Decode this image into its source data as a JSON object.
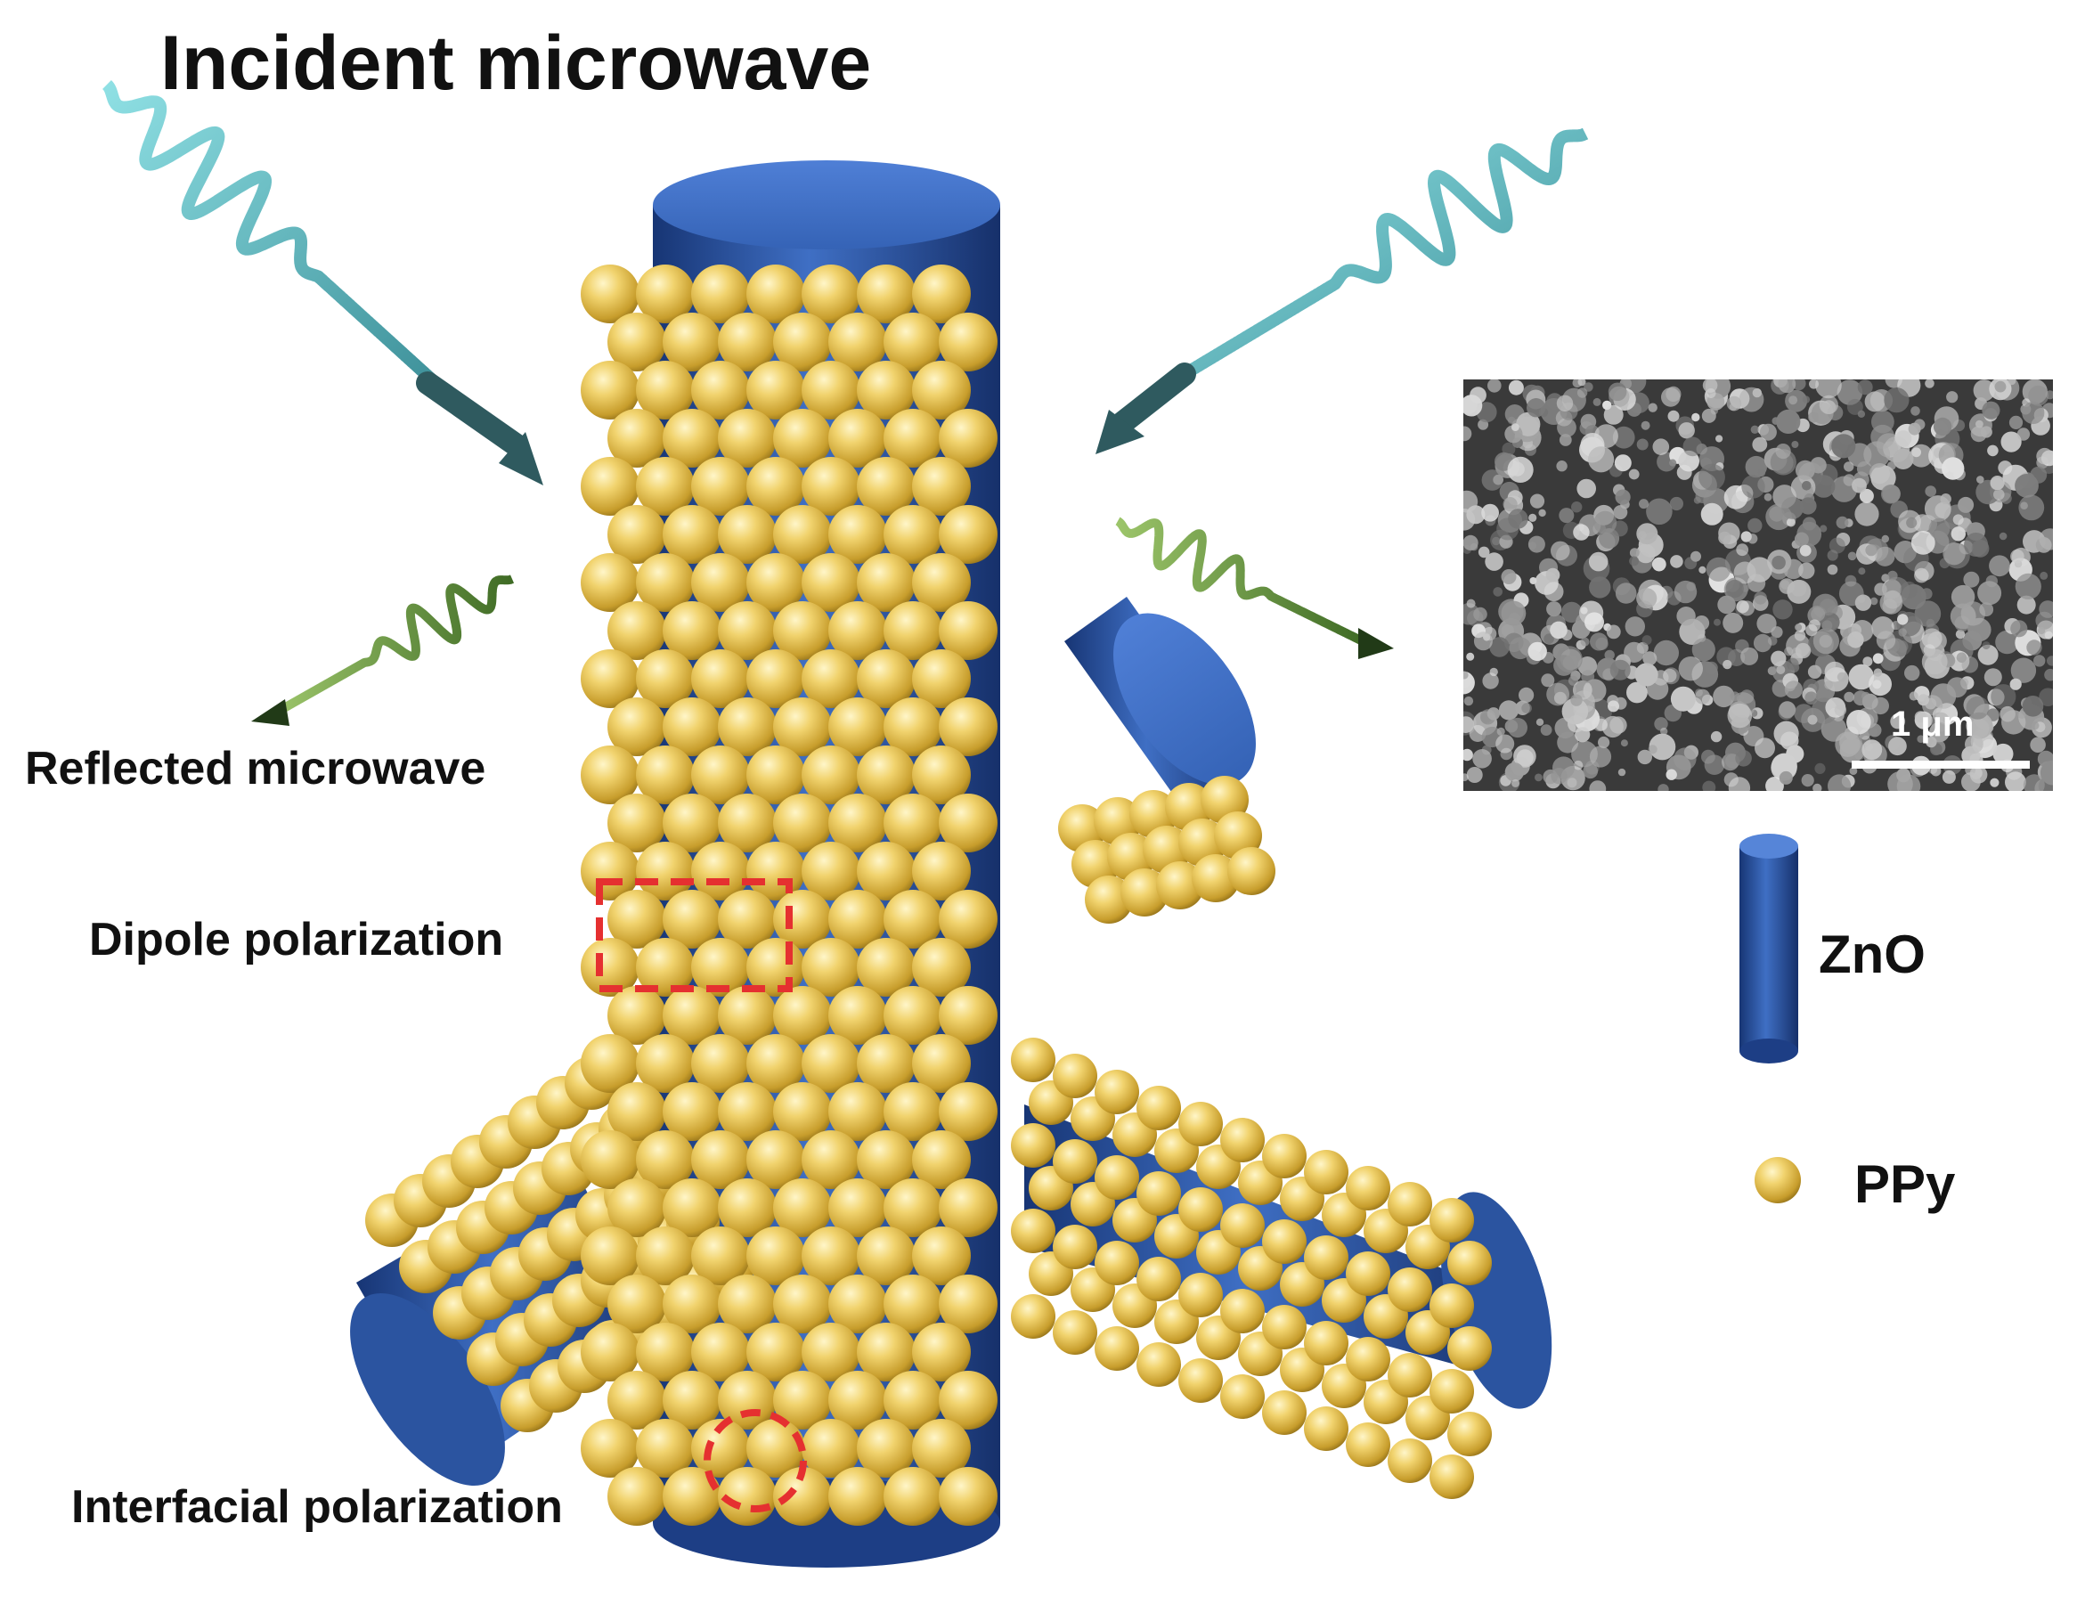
{
  "title": "Incident microwave",
  "labels": {
    "reflected": "Reflected microwave",
    "dipole": "Dipole polarization",
    "interfacial": "Interfacial polarization"
  },
  "legend": {
    "zno": "ZnO",
    "ppy": "PPy"
  },
  "sem": {
    "scale_label": "1 μm"
  },
  "colors": {
    "zno": "#2f5aa8",
    "ppy": "#e6c35a",
    "incident_wave": "#6ec9cf",
    "reflected_wave": "#5f8f3a",
    "highlight": "#e53030"
  }
}
